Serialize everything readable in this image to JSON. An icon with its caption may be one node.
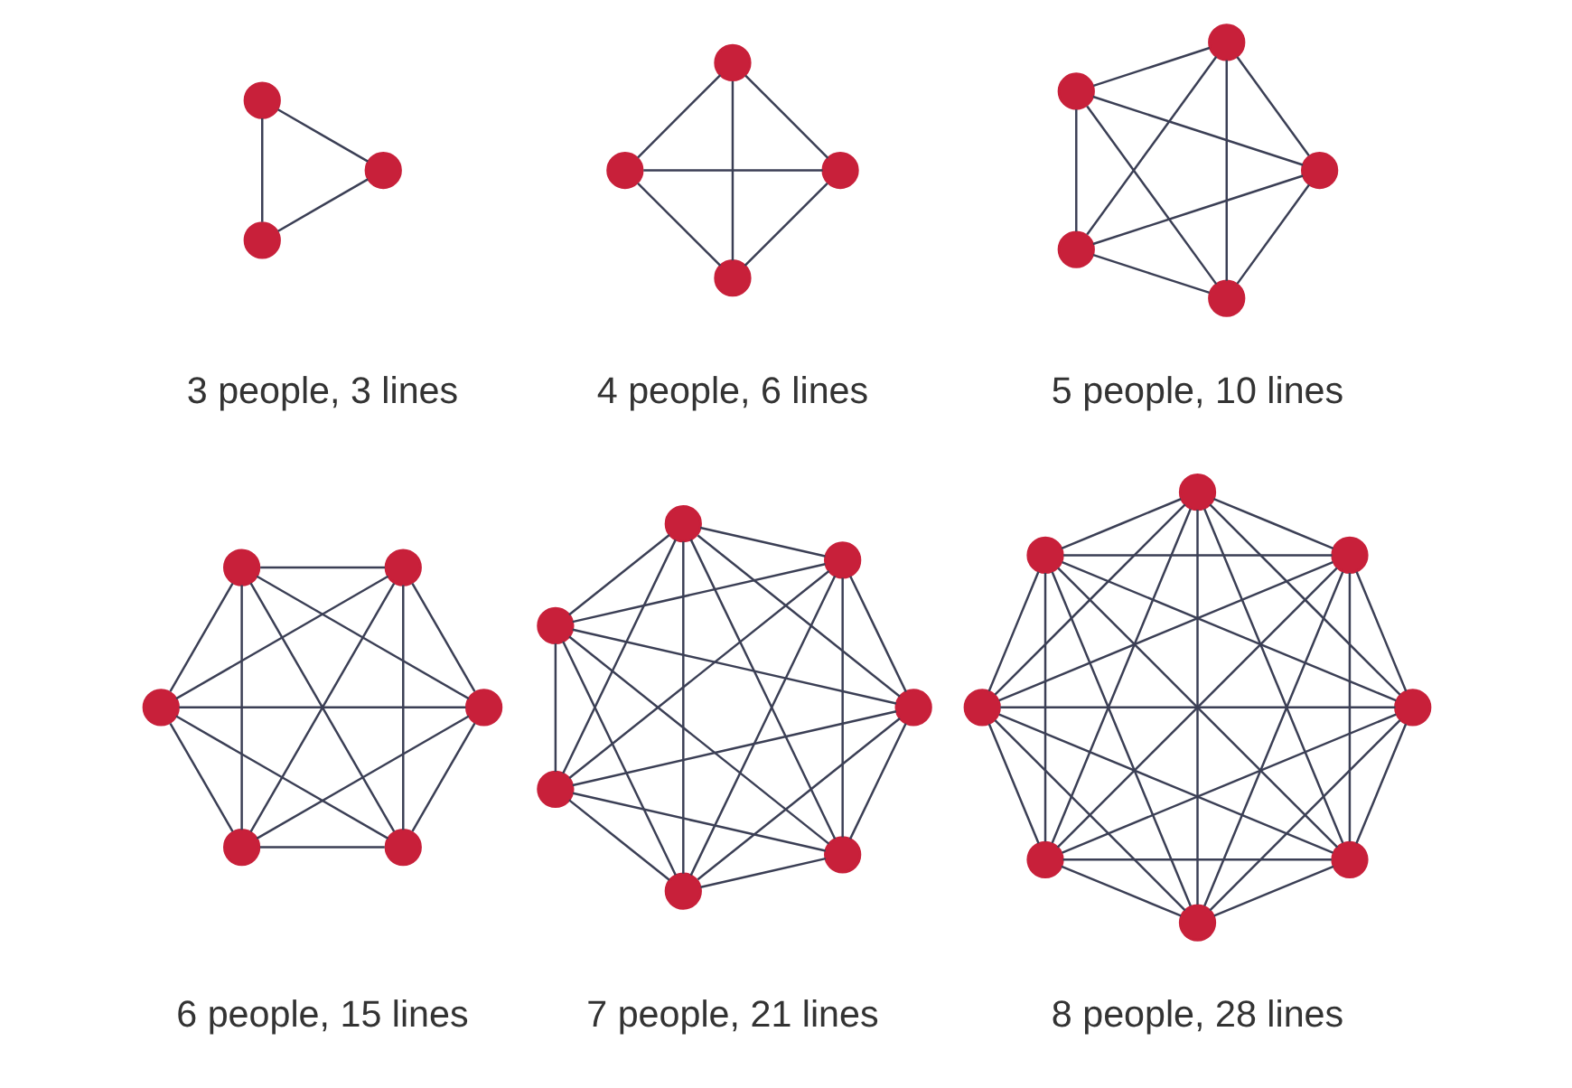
{
  "diagram": {
    "nodes": [
      {
        "text": [],
        "shape": "circle"
      },
      {
        "text": [],
        "shape": "circle"
      },
      {
        "text": [],
        "shape": "circle"
      },
      {
        "text": [],
        "shape": "circle"
      },
      {
        "text": [],
        "shape": "circle"
      },
      {
        "text": [],
        "shape": "circle"
      },
      {
        "text": [],
        "shape": "circle"
      },
      {
        "text": [],
        "shape": "circle"
      },
      {
        "text": [],
        "shape": "circle"
      },
      {
        "text": [],
        "shape": "circle"
      },
      {
        "text": [],
        "shape": "circle"
      },
      {
        "text": [],
        "shape": "circle"
      },
      {
        "text": [],
        "shape": "circle"
      },
      {
        "text": [],
        "shape": "circle"
      },
      {
        "text": [],
        "shape": "circle"
      },
      {
        "text": [],
        "shape": "circle"
      },
      {
        "text": [],
        "shape": "circle"
      },
      {
        "text": [],
        "shape": "circle"
      },
      {
        "text": [],
        "shape": "circle"
      },
      {
        "text": [],
        "shape": "circle"
      },
      {
        "text": [],
        "shape": "circle"
      },
      {
        "text": [],
        "shape": "circle"
      },
      {
        "text": [],
        "shape": "circle"
      },
      {
        "text": [],
        "shape": "circle"
      },
      {
        "text": [],
        "shape": "circle"
      },
      {
        "text": [],
        "shape": "circle"
      },
      {
        "text": [],
        "shape": "circle"
      },
      {
        "text": [],
        "shape": "circle"
      },
      {
        "text": [],
        "shape": "circle"
      },
      {
        "text": [],
        "shape": "circle"
      },
      {
        "text": [],
        "shape": "circle"
      },
      {
        "text": [],
        "shape": "circle"
      },
      {
        "text": [],
        "shape": "circle"
      }
    ],
    "edges": [
      {
        "from": 0,
        "to": 1,
        "arrow": "none"
      },
      {
        "from": 0,
        "to": 2,
        "arrow": "none"
      },
      {
        "from": 1,
        "to": 2,
        "arrow": "none"
      },
      {
        "from": 3,
        "to": 4,
        "arrow": "none"
      },
      {
        "from": 3,
        "to": 5,
        "arrow": "none"
      },
      {
        "from": 3,
        "to": 6,
        "arrow": "none"
      },
      {
        "from": 4,
        "to": 5,
        "arrow": "none"
      },
      {
        "from": 4,
        "to": 6,
        "arrow": "none"
      },
      {
        "from": 5,
        "to": 6,
        "arrow": "none"
      },
      {
        "from": 7,
        "to": 8,
        "arrow": "none"
      },
      {
        "from": 7,
        "to": 9,
        "arrow": "none"
      },
      {
        "from": 7,
        "to": 10,
        "arrow": "none"
      },
      {
        "from": 7,
        "to": 11,
        "arrow": "none"
      },
      {
        "from": 8,
        "to": 9,
        "arrow": "none"
      },
      {
        "from": 8,
        "to": 10,
        "arrow": "none"
      },
      {
        "from": 8,
        "to": 11,
        "arrow": "none"
      },
      {
        "from": 9,
        "to": 10,
        "arrow": "none"
      },
      {
        "from": 9,
        "to": 11,
        "arrow": "none"
      },
      {
        "from": 10,
        "to": 11,
        "arrow": "none"
      },
      {
        "from": 12,
        "to": 13,
        "arrow": "none"
      },
      {
        "from": 12,
        "to": 14,
        "arrow": "none"
      },
      {
        "from": 12,
        "to": 15,
        "arrow": "none"
      },
      {
        "from": 12,
        "to": 16,
        "arrow": "none"
      },
      {
        "from": 12,
        "to": 17,
        "arrow": "none"
      },
      {
        "from": 13,
        "to": 14,
        "arrow": "none"
      },
      {
        "from": 13,
        "to": 15,
        "arrow": "none"
      },
      {
        "from": 13,
        "to": 16,
        "arrow": "none"
      },
      {
        "from": 13,
        "to": 17,
        "arrow": "none"
      },
      {
        "from": 14,
        "to": 15,
        "arrow": "none"
      },
      {
        "from": 14,
        "to": 16,
        "arrow": "none"
      },
      {
        "from": 14,
        "to": 17,
        "arrow": "none"
      },
      {
        "from": 15,
        "to": 16,
        "arrow": "none"
      },
      {
        "from": 15,
        "to": 17,
        "arrow": "none"
      },
      {
        "from": 16,
        "to": 17,
        "arrow": "none"
      },
      {
        "from": 18,
        "to": 19,
        "arrow": "none"
      },
      {
        "from": 18,
        "to": 20,
        "arrow": "none"
      },
      {
        "from": 18,
        "to": 21,
        "arrow": "none"
      },
      {
        "from": 18,
        "to": 22,
        "arrow": "none"
      },
      {
        "from": 18,
        "to": 23,
        "arrow": "none"
      },
      {
        "from": 18,
        "to": 24,
        "arrow": "none"
      },
      {
        "from": 19,
        "to": 20,
        "arrow": "none"
      },
      {
        "from": 19,
        "to": 21,
        "arrow": "none"
      },
      {
        "from": 19,
        "to": 22,
        "arrow": "none"
      },
      {
        "from": 19,
        "to": 23,
        "arrow": "none"
      },
      {
        "from": 19,
        "to": 24,
        "arrow": "none"
      },
      {
        "from": 20,
        "to": 21,
        "arrow": "none"
      },
      {
        "from": 20,
        "to": 22,
        "arrow": "none"
      },
      {
        "from": 20,
        "to": 23,
        "arrow": "none"
      },
      {
        "from": 20,
        "to": 24,
        "arrow": "none"
      },
      {
        "from": 21,
        "to": 22,
        "arrow": "none"
      },
      {
        "from": 21,
        "to": 23,
        "arrow": "none"
      },
      {
        "from": 21,
        "to": 24,
        "arrow": "none"
      },
      {
        "from": 22,
        "to": 23,
        "arrow": "none"
      },
      {
        "from": 22,
        "to": 24,
        "arrow": "none"
      },
      {
        "from": 23,
        "to": 24,
        "arrow": "none"
      },
      {
        "from": 25,
        "to": 26,
        "arrow": "none"
      },
      {
        "from": 25,
        "to": 27,
        "arrow": "none"
      },
      {
        "from": 25,
        "to": 28,
        "arrow": "none"
      },
      {
        "from": 25,
        "to": 29,
        "arrow": "none"
      },
      {
        "from": 25,
        "to": 30,
        "arrow": "none"
      },
      {
        "from": 25,
        "to": 31,
        "arrow": "none"
      },
      {
        "from": 25,
        "to": 32,
        "arrow": "none"
      },
      {
        "from": 26,
        "to": 27,
        "arrow": "none"
      },
      {
        "from": 26,
        "to": 28,
        "arrow": "none"
      },
      {
        "from": 26,
        "to": 29,
        "arrow": "none"
      },
      {
        "from": 26,
        "to": 30,
        "arrow": "none"
      },
      {
        "from": 26,
        "to": 31,
        "arrow": "none"
      },
      {
        "from": 26,
        "to": 32,
        "arrow": "none"
      },
      {
        "from": 27,
        "to": 28,
        "arrow": "none"
      },
      {
        "from": 27,
        "to": 29,
        "arrow": "none"
      },
      {
        "from": 27,
        "to": 30,
        "arrow": "none"
      },
      {
        "from": 27,
        "to": 31,
        "arrow": "none"
      },
      {
        "from": 27,
        "to": 32,
        "arrow": "none"
      },
      {
        "from": 28,
        "to": 29,
        "arrow": "none"
      },
      {
        "from": 28,
        "to": 30,
        "arrow": "none"
      },
      {
        "from": 28,
        "to": 31,
        "arrow": "none"
      },
      {
        "from": 28,
        "to": 32,
        "arrow": "none"
      },
      {
        "from": 29,
        "to": 30,
        "arrow": "none"
      },
      {
        "from": 29,
        "to": 31,
        "arrow": "none"
      },
      {
        "from": 29,
        "to": 32,
        "arrow": "none"
      },
      {
        "from": 30,
        "to": 31,
        "arrow": "none"
      },
      {
        "from": 30,
        "to": 32,
        "arrow": "none"
      },
      {
        "from": 31,
        "to": 32,
        "arrow": "none"
      }
    ],
    "labels": [
      "3 people, 3 lines",
      "4 people, 6 lines",
      "5 people, 10 lines",
      "6 people, 15 lines",
      "7 people, 21 lines",
      "8 people, 28 lines"
    ]
  }
}
